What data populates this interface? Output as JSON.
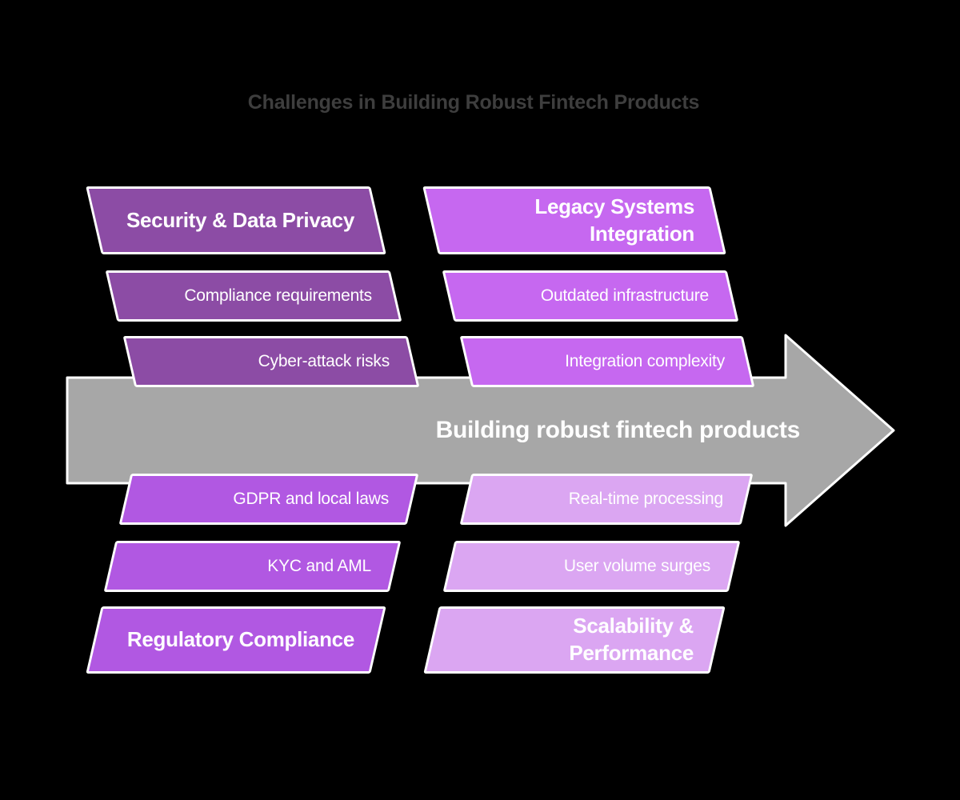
{
  "background": "#000000",
  "title": "Challenges in Building Robust Fintech Products",
  "arrow": {
    "label": "Building robust fintech products",
    "color": "#a7a7a7"
  },
  "groups": [
    {
      "name": "security-data-privacy",
      "position": "top-left",
      "color": "#8c4ca5",
      "header": "Security & Data Privacy",
      "items": [
        "Compliance requirements",
        "Cyber-attack risks"
      ]
    },
    {
      "name": "legacy-systems-integration",
      "position": "top-right",
      "color": "#c668f0",
      "header": "Legacy Systems\nIntegration",
      "items": [
        "Outdated infrastructure",
        "Integration complexity"
      ]
    },
    {
      "name": "regulatory-compliance",
      "position": "bottom-left",
      "color": "#b158e2",
      "header": "Regulatory Compliance",
      "items": [
        "GDPR and local laws",
        "KYC and AML"
      ]
    },
    {
      "name": "scalability-performance",
      "position": "bottom-right",
      "color": "#dba6f2",
      "header": "Scalability &\nPerformance",
      "items": [
        "Real-time processing",
        "User volume surges"
      ]
    }
  ]
}
